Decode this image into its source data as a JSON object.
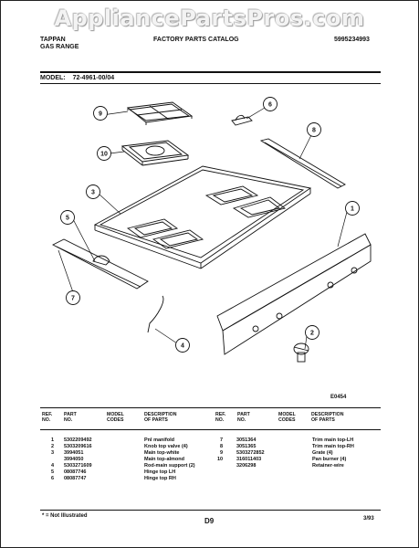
{
  "watermark": "AppliancePartsPros.com",
  "header": {
    "brand": "TAPPAN",
    "product": "GAS RANGE",
    "catalog": "FACTORY PARTS CATALOG",
    "catalog_no": "5995234993",
    "model_label": "MODEL:",
    "model_value": "72-4961-00/04"
  },
  "diagram": {
    "code": "E0454",
    "callouts": [
      "1",
      "2",
      "3",
      "4",
      "5",
      "6",
      "7",
      "8",
      "9",
      "10"
    ]
  },
  "table": {
    "headers": {
      "ref": "REF. NO.",
      "part": "PART NO.",
      "model": "MODEL CODES",
      "desc": "DESCRIPTION OF PARTS"
    },
    "left_rows": [
      {
        "ref": "1",
        "part": "5302209492",
        "desc": "Pnl manifold"
      },
      {
        "ref": "2",
        "part": "5303209616",
        "desc": "Knob top valve (4)"
      },
      {
        "ref": "3",
        "part": "3994051",
        "desc": "Main top-white"
      },
      {
        "ref": "",
        "part": "3994050",
        "desc": "Main top-almond"
      },
      {
        "ref": "4",
        "part": "5303271609",
        "desc": "Rod-main support (2)"
      },
      {
        "ref": "5",
        "part": "08087746",
        "desc": "Hinge top LH"
      },
      {
        "ref": "6",
        "part": "08087747",
        "desc": "Hinge top RH"
      }
    ],
    "right_rows": [
      {
        "ref": "7",
        "part": "3051364",
        "desc": "Trim main top-LH"
      },
      {
        "ref": "8",
        "part": "3051365",
        "desc": "Trim main top-RH"
      },
      {
        "ref": "9",
        "part": "5303272852",
        "desc": "Grate (4)"
      },
      {
        "ref": "10",
        "part": "316011403",
        "desc": "Pan burner (4)"
      },
      {
        "ref": "",
        "part": "3206298",
        "desc": "Retainer-wire"
      }
    ]
  },
  "footer": {
    "note": "* = Not Illustrated",
    "page": "D9",
    "date": "3/93"
  }
}
